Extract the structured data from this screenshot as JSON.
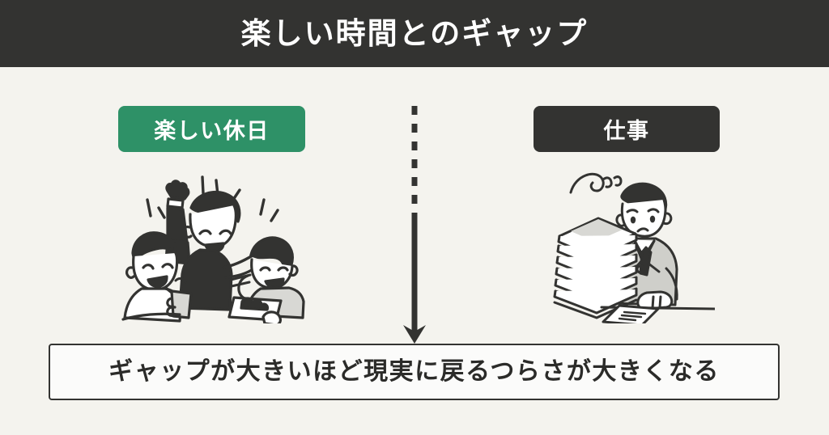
{
  "header": {
    "title": "楽しい時間とのギャップ",
    "background_color": "#333331",
    "text_color": "#ffffff"
  },
  "page": {
    "background_color": "#f4f3ee"
  },
  "columns": {
    "left": {
      "badge_label": "楽しい休日",
      "badge_color": "#2e9167",
      "badge_text_color": "#ffffff",
      "illustration_name": "three-friends-celebrating-party-illustration"
    },
    "right": {
      "badge_label": "仕事",
      "badge_color": "#333331",
      "badge_text_color": "#ffffff",
      "illustration_name": "stressed-office-worker-paper-stack-illustration"
    }
  },
  "divider": {
    "name": "dashed-down-arrow",
    "color": "#333331",
    "style": "dashed-to-solid-with-arrowhead"
  },
  "caption": {
    "text": "ギャップが大きいほど現実に戻るつらさが大きくなる",
    "border_color": "#333331",
    "background_color": "#fbfbfa",
    "text_color": "#2b2b29"
  }
}
